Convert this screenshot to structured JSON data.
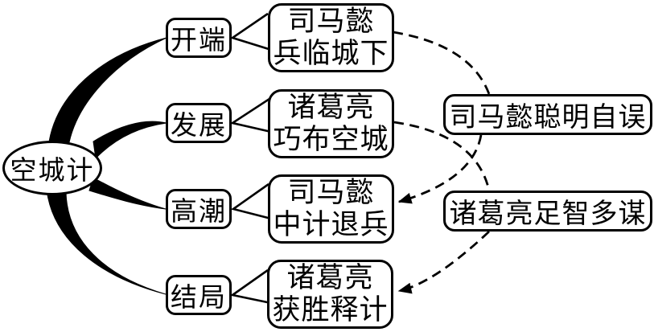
{
  "diagram": {
    "type": "mindmap",
    "root": {
      "label": "空城计"
    },
    "stages": [
      {
        "label": "开端",
        "event_line1": "司马懿",
        "event_line2": "兵临城下"
      },
      {
        "label": "发展",
        "event_line1": "诸葛亮",
        "event_line2": "巧布空城"
      },
      {
        "label": "高潮",
        "event_line1": "司马懿",
        "event_line2": "中计退兵"
      },
      {
        "label": "结局",
        "event_line1": "诸葛亮",
        "event_line2": "获胜释计"
      }
    ],
    "conclusions": [
      {
        "label": "司马懿聪明自误"
      },
      {
        "label": "诸葛亮足智多谋"
      }
    ],
    "connections": [
      {
        "from": "司马懿兵临城下",
        "to": "司马懿聪明自误",
        "style": "dashed",
        "arrowhead": false
      },
      {
        "from": "司马懿聪明自误",
        "to": "司马懿中计退兵",
        "style": "dashed",
        "arrowhead": true
      },
      {
        "from": "诸葛亮巧布空城",
        "to": "诸葛亮足智多谋",
        "style": "dashed",
        "arrowhead": false
      },
      {
        "from": "诸葛亮足智多谋",
        "to": "诸葛亮获胜释计",
        "style": "dashed",
        "arrowhead": true
      }
    ],
    "colors": {
      "line": "#000000",
      "background": "#ffffff",
      "text": "#000000"
    }
  }
}
